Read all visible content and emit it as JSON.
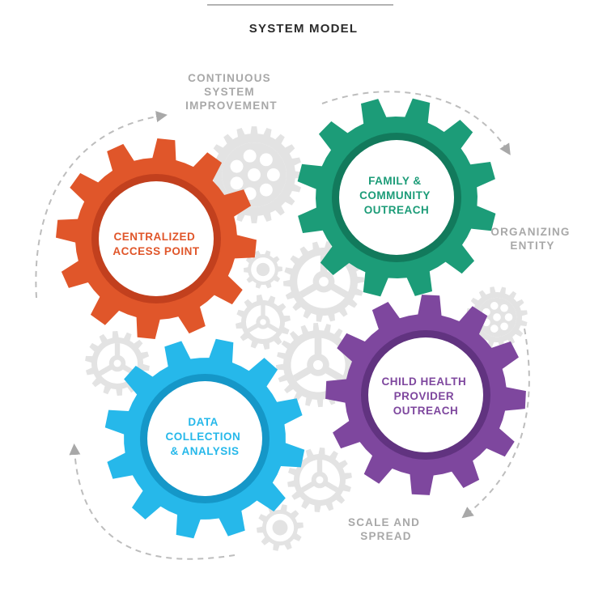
{
  "header": {
    "title": "SYSTEM MODEL"
  },
  "colors": {
    "orange": "#E0562A",
    "orange_dark": "#C2401E",
    "green": "#1C9C78",
    "green_dark": "#127A5C",
    "purple": "#7E479E",
    "purple_dark": "#613380",
    "blue": "#26B8EA",
    "blue_dark": "#1597C8",
    "gray_gear": "#E3E3E3",
    "gray_text": "#A8A8A8",
    "title": "#2B2B2B"
  },
  "gears": {
    "centralized": {
      "lines": [
        "CENTRALIZED",
        "ACCESS POINT"
      ]
    },
    "family": {
      "lines": [
        "FAMILY &",
        "COMMUNITY",
        "OUTREACH"
      ]
    },
    "child": {
      "lines": [
        "CHILD HEALTH",
        "PROVIDER",
        "OUTREACH"
      ]
    },
    "data": {
      "lines": [
        "DATA",
        "COLLECTION",
        "& ANALYSIS"
      ]
    }
  },
  "outer_labels": {
    "continuous": {
      "lines": [
        "CONTINUOUS",
        "SYSTEM",
        "IMPROVEMENT"
      ]
    },
    "organizing": {
      "lines": [
        "ORGANIZING",
        "ENTITY"
      ]
    },
    "scale": {
      "lines": [
        "SCALE AND",
        "SPREAD"
      ]
    }
  }
}
